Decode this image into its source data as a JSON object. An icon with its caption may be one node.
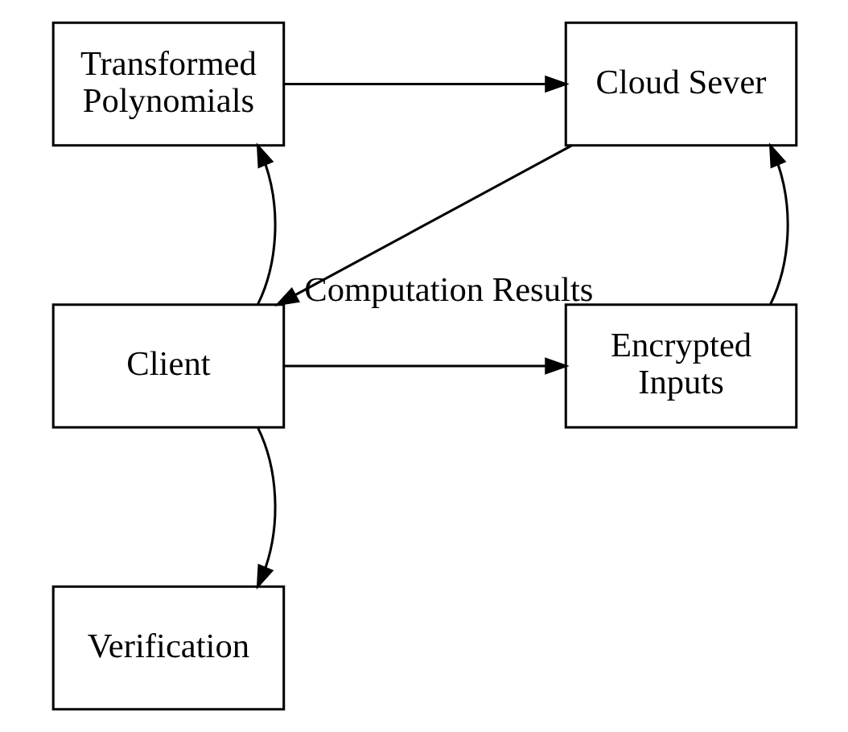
{
  "diagram": {
    "nodes": [
      {
        "text": [
          "Transformed Polynomials"
        ]
      },
      {
        "text": [
          "Cloud Sever"
        ]
      },
      {
        "text": [
          "Client"
        ]
      },
      {
        "text": [
          "Encrypted Inputs"
        ]
      },
      {
        "text": [
          "Verification"
        ]
      }
    ],
    "edges": [
      {
        "from": 2,
        "to": 0,
        "arrow": "to"
      },
      {
        "from": 0,
        "to": 1,
        "arrow": "to"
      },
      {
        "from": 1,
        "to": 2,
        "arrow": "to",
        "label": "Computation Results"
      },
      {
        "from": 2,
        "to": 3,
        "arrow": "to"
      },
      {
        "from": 3,
        "to": 1,
        "arrow": "to"
      },
      {
        "from": 2,
        "to": 4,
        "arrow": "to"
      }
    ]
  }
}
